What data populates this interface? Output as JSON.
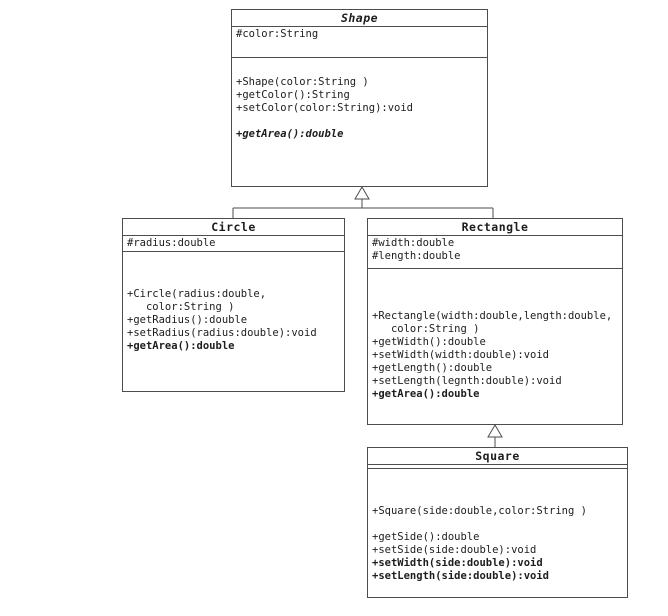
{
  "colors": {
    "border": "#4d4d4d",
    "text": "#1d1d1d",
    "background": "#ffffff"
  },
  "classes": [
    {
      "name": "Shape",
      "abstract": true,
      "attributes": [
        {
          "t": "#color:String"
        }
      ],
      "methods": [
        {
          "t": "+Shape(color:String )"
        },
        {
          "t": "+getColor():String"
        },
        {
          "t": "+setColor(color:String):void"
        },
        {
          "t": ""
        },
        {
          "t": "+getArea():double",
          "b": 1,
          "i": 1
        }
      ]
    },
    {
      "name": "Circle",
      "abstract": false,
      "attributes": [
        {
          "t": "#radius:double"
        }
      ],
      "methods": [
        {
          "t": "+Circle(radius:double,"
        },
        {
          "t": "   color:String )"
        },
        {
          "t": "+getRadius():double"
        },
        {
          "t": "+setRadius(radius:double):void"
        },
        {
          "t": "+getArea():double",
          "b": 1
        }
      ]
    },
    {
      "name": "Rectangle",
      "abstract": false,
      "attributes": [
        {
          "t": "#width:double"
        },
        {
          "t": "#length:double"
        }
      ],
      "methods": [
        {
          "t": "+Rectangle(width:double,length:double,"
        },
        {
          "t": "   color:String )"
        },
        {
          "t": "+getWidth():double"
        },
        {
          "t": "+setWidth(width:double):void"
        },
        {
          "t": "+getLength():double"
        },
        {
          "t": "+setLength(legnth:double):void"
        },
        {
          "t": "+getArea():double",
          "b": 1
        }
      ]
    },
    {
      "name": "Square",
      "abstract": false,
      "attributes": [],
      "methods": [
        {
          "t": "+Square(side:double,color:String )"
        },
        {
          "t": ""
        },
        {
          "t": "+getSide():double"
        },
        {
          "t": "+setSide(side:double):void"
        },
        {
          "t": "+setWidth(side:double):void",
          "b": 1
        },
        {
          "t": "+setLength(side:double):void",
          "b": 1
        }
      ]
    }
  ],
  "relations": [
    {
      "from": "Circle",
      "to": "Shape",
      "type": "inheritance"
    },
    {
      "from": "Rectangle",
      "to": "Shape",
      "type": "inheritance"
    },
    {
      "from": "Square",
      "to": "Rectangle",
      "type": "inheritance"
    }
  ]
}
